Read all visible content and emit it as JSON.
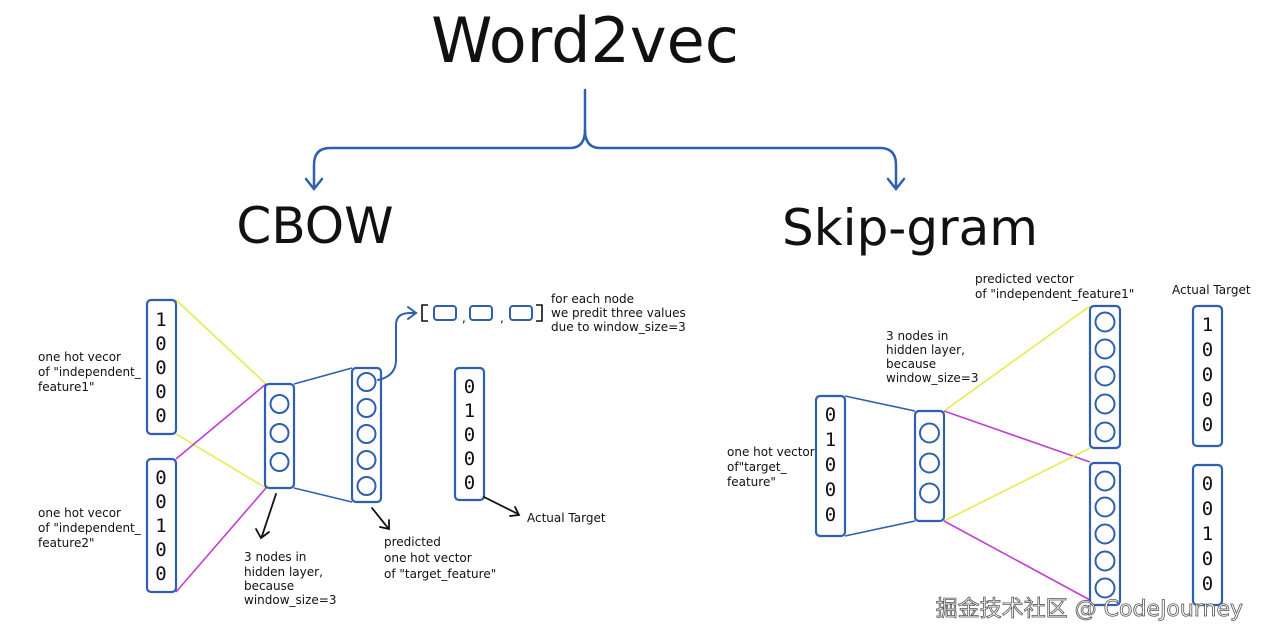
{
  "title": "Word2vec",
  "cbow": {
    "heading": "CBOW",
    "input1_label": [
      "one hot vecor",
      "of \"independent_",
      "feature1\""
    ],
    "input1_vector": [
      "1",
      "0",
      "0",
      "0",
      "0"
    ],
    "input2_label": [
      "one hot vecor",
      "of \"independent_",
      "feature2\""
    ],
    "input2_vector": [
      "0",
      "0",
      "1",
      "0",
      "0"
    ],
    "hidden_note": [
      "3 nodes in",
      "hidden layer,",
      "because",
      "window_size=3"
    ],
    "predicted_note": [
      "predicted",
      "one hot vector",
      "of \"target_feature\""
    ],
    "values_note": [
      "for each node",
      "we predit three values",
      "due to window_size=3"
    ],
    "target_vector": [
      "0",
      "1",
      "0",
      "0",
      "0"
    ],
    "target_label": "Actual Target"
  },
  "skipgram": {
    "heading": "Skip-gram",
    "input_label": [
      "one hot vector",
      "of\"target_",
      "feature\""
    ],
    "input_vector": [
      "0",
      "1",
      "0",
      "0",
      "0"
    ],
    "hidden_note": [
      "3 nodes in",
      "hidden layer,",
      "because",
      "window_size=3"
    ],
    "predicted_note": [
      "predicted vector",
      "of \"independent_feature1\""
    ],
    "target_heading": "Actual Target",
    "target1_vector": [
      "1",
      "0",
      "0",
      "0",
      "0"
    ],
    "target2_vector": [
      "0",
      "0",
      "1",
      "0",
      "0"
    ]
  },
  "watermark": "掘金技术社区 @ CodeJourney",
  "colors": {
    "box_stroke": "#2f5fae",
    "arrow": "#2f5fae",
    "yellow_line": "#e7ea4f",
    "magenta_line": "#c13fd0"
  }
}
